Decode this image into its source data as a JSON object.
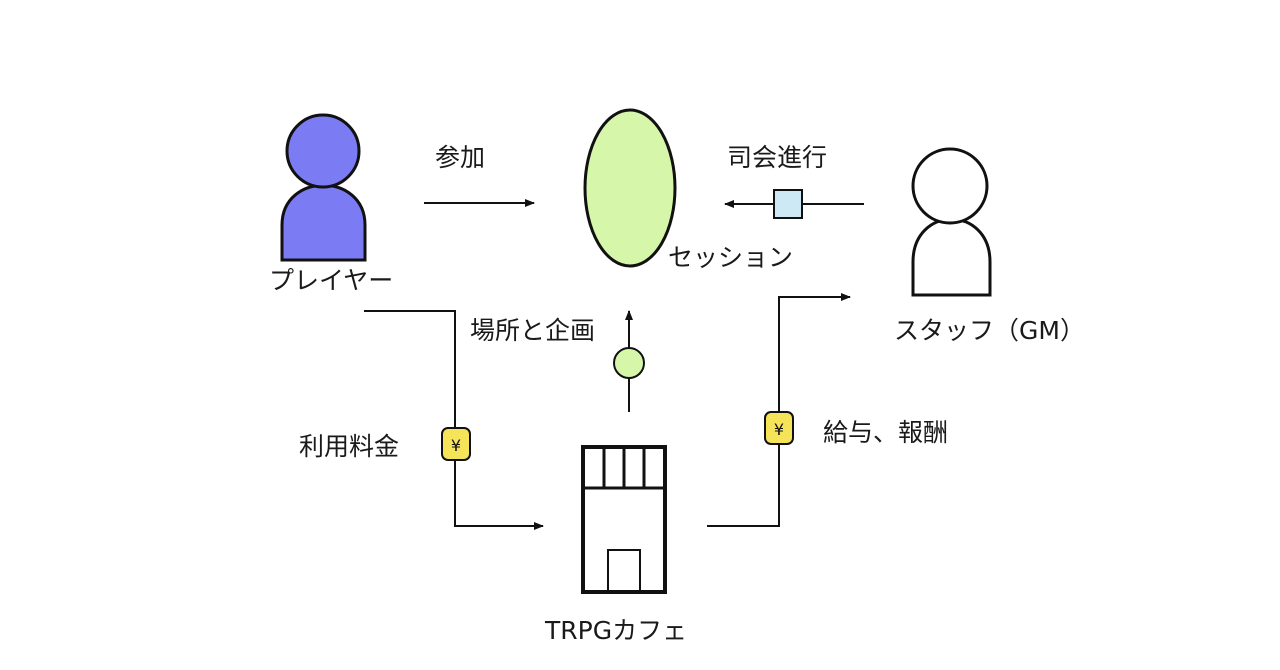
{
  "labels": {
    "player": "プレイヤー",
    "session": "セッション",
    "staff": "スタッフ（GM）",
    "cafe": "TRPGカフェ",
    "join": "参加",
    "host": "司会進行",
    "place_plan": "場所と企画",
    "fee": "利用料金",
    "salary": "給与、報酬"
  },
  "badges": {
    "fee_symbol": "¥",
    "salary_symbol": "¥"
  },
  "colors": {
    "player_fill": "#7b7cf4",
    "session_fill": "#d6f7aa",
    "staff_fill": "#ffffff",
    "yen_fill": "#f5e45a",
    "square_fill": "#cde9f6",
    "circle_fill": "#d6f7aa",
    "stroke": "#111111"
  },
  "icons": [
    "person-icon",
    "building-icon",
    "yen-badge-icon"
  ]
}
